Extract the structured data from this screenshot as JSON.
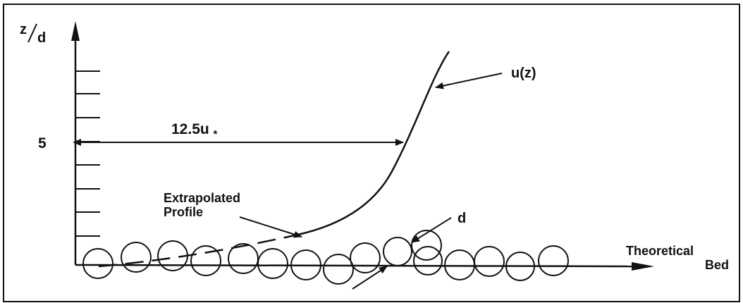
{
  "labels": {
    "y_axis": "z/d",
    "y_axis_num": "z",
    "y_axis_den": "d",
    "tick_5": "5",
    "width_label": "12.5u*",
    "width_label_main": "12.5u",
    "width_label_sub": "*",
    "curve_label": "u(z)",
    "extrapolated_1": "Extrapolated",
    "extrapolated_2": "Profile",
    "grain_label": "d",
    "bed_1": "Theoretical",
    "bed_2": "Bed"
  },
  "colors": {
    "ink": "#111111",
    "background": "#ffffff"
  }
}
